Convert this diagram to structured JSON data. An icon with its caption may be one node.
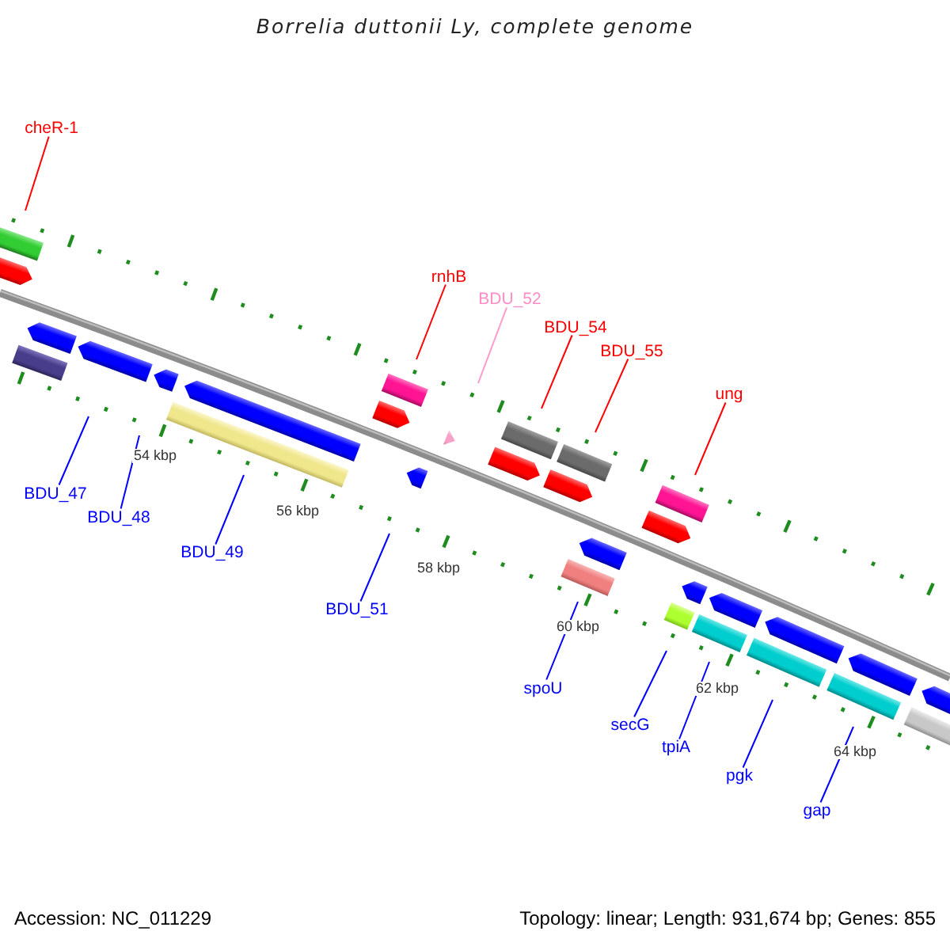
{
  "diagram": {
    "title": "Borrelia duttonii Ly, complete genome",
    "nodes": [
      {
        "text": [
          "cheR-1"
        ]
      },
      {
        "text": [
          "rnhB"
        ]
      },
      {
        "text": [
          "BDU_52"
        ]
      },
      {
        "text": [
          "BDU_54"
        ]
      },
      {
        "text": [
          "BDU_55"
        ]
      },
      {
        "text": [
          "ung"
        ]
      },
      {
        "text": [
          "BDU_47"
        ]
      },
      {
        "text": [
          "BDU_48"
        ]
      },
      {
        "text": [
          "BDU_49"
        ]
      },
      {
        "text": [
          "BDU_51"
        ]
      },
      {
        "text": [
          "spoU"
        ]
      },
      {
        "text": [
          "secG"
        ]
      },
      {
        "text": [
          "tpiA"
        ]
      },
      {
        "text": [
          "pgk"
        ]
      },
      {
        "text": [
          "gap"
        ]
      }
    ],
    "edges": [
      {
        "from": 0,
        "to": null,
        "arrow": "none",
        "color": "#ff0000"
      },
      {
        "from": 1,
        "to": null,
        "arrow": "none",
        "color": "#ff0000"
      },
      {
        "from": 2,
        "to": null,
        "arrow": "none",
        "color": "#ff99cc"
      },
      {
        "from": 3,
        "to": null,
        "arrow": "none",
        "color": "#ff0000"
      },
      {
        "from": 4,
        "to": null,
        "arrow": "none",
        "color": "#ff0000"
      },
      {
        "from": 5,
        "to": null,
        "arrow": "none",
        "color": "#ff0000"
      },
      {
        "from": 6,
        "to": null,
        "arrow": "none"
      },
      {
        "from": 7,
        "to": null,
        "arrow": "none"
      },
      {
        "from": 8,
        "to": null,
        "arrow": "none"
      },
      {
        "from": 9,
        "to": null,
        "arrow": "none"
      },
      {
        "from": 10,
        "to": null,
        "arrow": "none"
      },
      {
        "from": 11,
        "to": null,
        "arrow": "none"
      },
      {
        "from": 12,
        "to": null,
        "arrow": "none"
      },
      {
        "from": 13,
        "to": null,
        "arrow": "none"
      },
      {
        "from": 14,
        "to": null,
        "arrow": "none"
      }
    ],
    "labels": [
      "54 kbp",
      "56 kbp",
      "58 kbp",
      "60 kbp",
      "62 kbp",
      "64 kbp",
      "Accession: NC_011229",
      "Topology: linear; Length: 931,674 bp; Genes: 855"
    ]
  }
}
